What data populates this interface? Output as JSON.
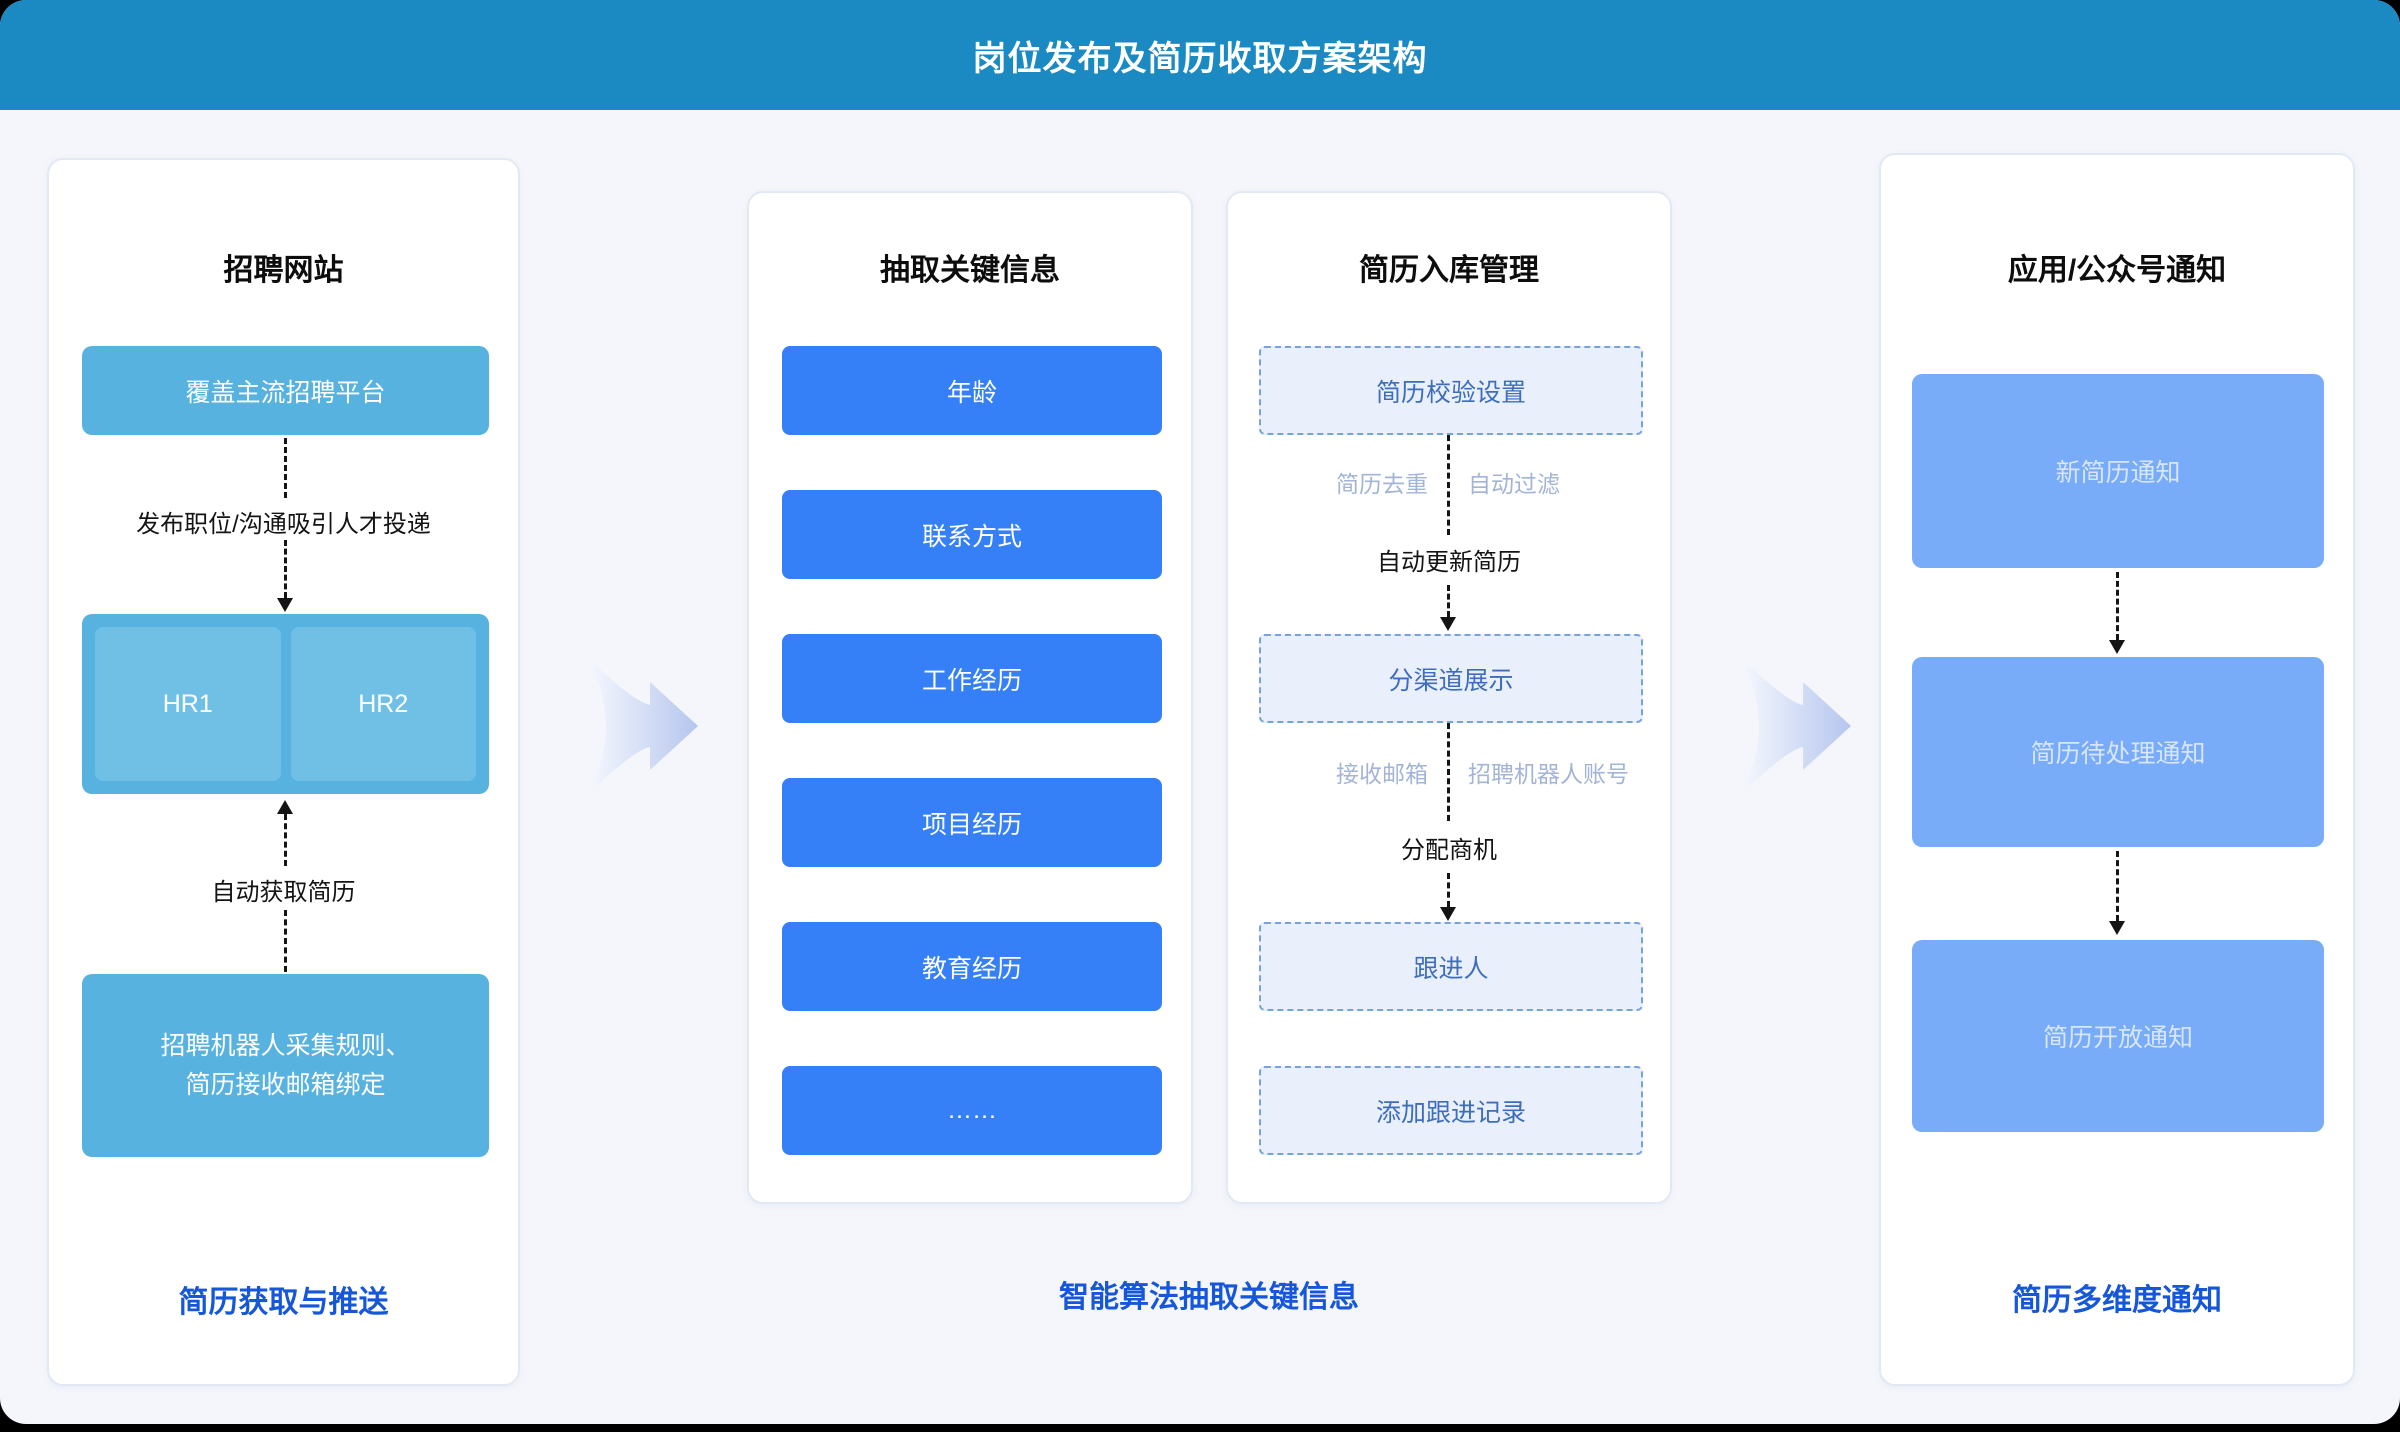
{
  "title_bar": {
    "title": "岗位发布及简历收取方案架构"
  },
  "colors": {
    "title_bar_bg": "#1b8ac2",
    "page_bg": "#f4f6fb",
    "card_border": "#e2e9f5",
    "sky_box": "#57b2e0",
    "sky_box_inner": "#70c0e6",
    "primary_box": "#3580f7",
    "dashed_box_bg": "#e9f0fc",
    "dashed_box_border": "#76a3de",
    "dashed_box_text": "#3e6dbd",
    "notify_box": "#78abf8",
    "notify_box_text": "#d8e6fc",
    "footer_label": "#1656d9",
    "muted_label": "#a3b4d6",
    "arrow_line": "#141414",
    "flow_arrow_start": "#f7f9fe",
    "flow_arrow_end": "#b5c6ee"
  },
  "recruitment": {
    "header": "招聘网站",
    "platform_box": "覆盖主流招聘平台",
    "publish_label": "发布职位/沟通吸引人才投递",
    "hr1": "HR1",
    "hr2": "HR2",
    "auto_fetch_label": "自动获取简历",
    "robot_box_line1": "招聘机器人采集规则、",
    "robot_box_line2": "简历接收邮箱绑定",
    "footer": "简历获取与推送"
  },
  "extraction": {
    "header": "抽取关键信息",
    "items": [
      "年龄",
      "联系方式",
      "工作经历",
      "项目经历",
      "教育经历",
      "……"
    ],
    "footer": "智能算法抽取关键信息"
  },
  "storage": {
    "header": "简历入库管理",
    "validation_box": "简历校验设置",
    "dedupe_label": "简历去重",
    "filter_label": "自动过滤",
    "auto_update_label": "自动更新简历",
    "channel_box": "分渠道展示",
    "mailbox_label": "接收邮箱",
    "robot_account_label": "招聘机器人账号",
    "assign_label": "分配商机",
    "follower_box": "跟进人",
    "follow_record_box": "添加跟进记录"
  },
  "notification": {
    "header": "应用/公众号通知",
    "boxes": [
      "新简历通知",
      "简历待处理通知",
      "简历开放通知"
    ],
    "footer": "简历多维度通知"
  }
}
